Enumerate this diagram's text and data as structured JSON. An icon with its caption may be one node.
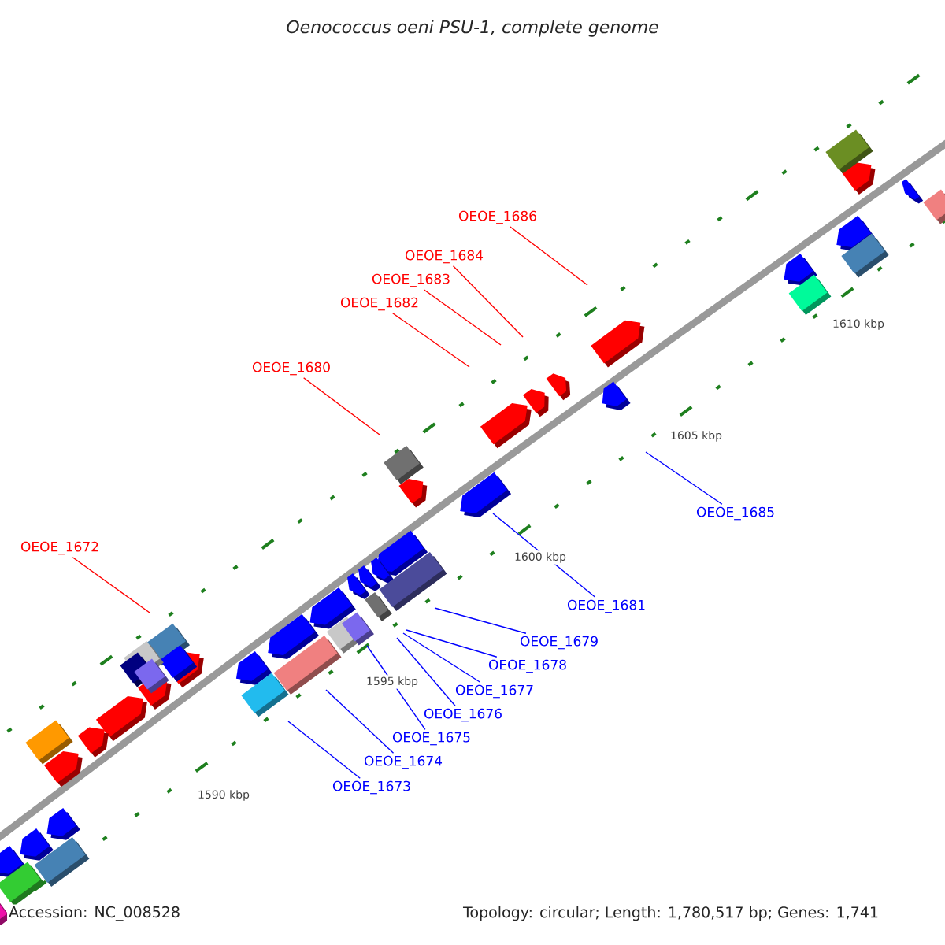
{
  "diagram": {
    "title": "*Oenococcus oeni* PSU-1, complete genome",
    "nodes": [
      {
        "text": [
          "OEOE_1686"
        ]
      },
      {
        "text": [
          "OEOE_1684"
        ]
      },
      {
        "text": [
          "OEOE_1683"
        ]
      },
      {
        "text": [
          "OEOE_1682"
        ]
      },
      {
        "text": [
          "OEOE_1680"
        ]
      },
      {
        "text": [
          "OEOE_1685"
        ]
      },
      {
        "text": [
          "OEOE_1672"
        ]
      },
      {
        "text": [
          "OEOE_1681"
        ]
      },
      {
        "text": [
          "OEOE_1679"
        ]
      },
      {
        "text": [
          "OEOE_1678"
        ]
      },
      {
        "text": [
          "OEOE_1677"
        ]
      },
      {
        "text": [
          "OEOE_1676"
        ]
      },
      {
        "text": [
          "OEOE_1675"
        ]
      },
      {
        "text": [
          "OEOE_1674"
        ]
      },
      {
        "text": [
          "OEOE_1673"
        ]
      }
    ],
    "edges": [
      {
        "from": 0,
        "to": null,
        "arrow": "none",
        "color": "#ff0000"
      },
      {
        "from": 1,
        "to": null,
        "arrow": "none",
        "color": "#ff0000"
      },
      {
        "from": 2,
        "to": null,
        "arrow": "none",
        "color": "#ff0000"
      },
      {
        "from": 3,
        "to": null,
        "arrow": "none",
        "color": "#ff0000"
      },
      {
        "from": 4,
        "to": null,
        "arrow": "none",
        "color": "#ff0000"
      },
      {
        "from": 5,
        "to": null,
        "arrow": "none"
      },
      {
        "from": 6,
        "to": null,
        "arrow": "none",
        "color": "#ff0000"
      },
      {
        "from": 7,
        "to": null,
        "arrow": "none"
      },
      {
        "from": 8,
        "to": null,
        "arrow": "none"
      },
      {
        "from": 9,
        "to": null,
        "arrow": "none"
      },
      {
        "from": 10,
        "to": null,
        "arrow": "none"
      },
      {
        "from": 11,
        "to": null,
        "arrow": "none"
      },
      {
        "from": 12,
        "to": null,
        "arrow": "none"
      },
      {
        "from": 13,
        "to": null,
        "arrow": "none"
      },
      {
        "from": 14,
        "to": null,
        "arrow": "none"
      }
    ],
    "labels": [
      "1610 kbp",
      "1605 kbp",
      "1600 kbp",
      "1595 kbp",
      "1590 kbp",
      "Accession: NC_008528",
      "Topology: circular; Length: 1,780,517 bp; Genes: 1,741"
    ]
  }
}
